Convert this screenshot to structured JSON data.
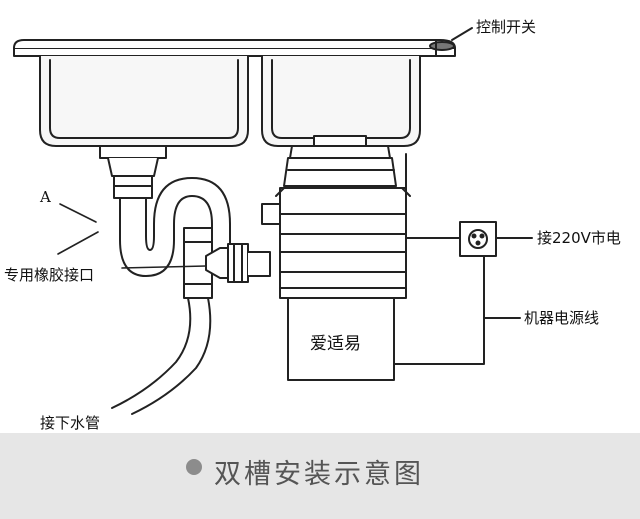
{
  "diagram": {
    "labels": {
      "control_switch": "控制开关",
      "power_connection": "接220V市电",
      "machine_power_cord": "机器电源线",
      "brand": "爱适易",
      "point_a": "A",
      "rubber_connector": "专用橡胶接口",
      "drain_pipe": "接下水管"
    },
    "caption": "双槽安装示意图"
  },
  "colors": {
    "line": "#222222",
    "caption_background": "#e6e6e6",
    "caption_text": "#555555"
  }
}
